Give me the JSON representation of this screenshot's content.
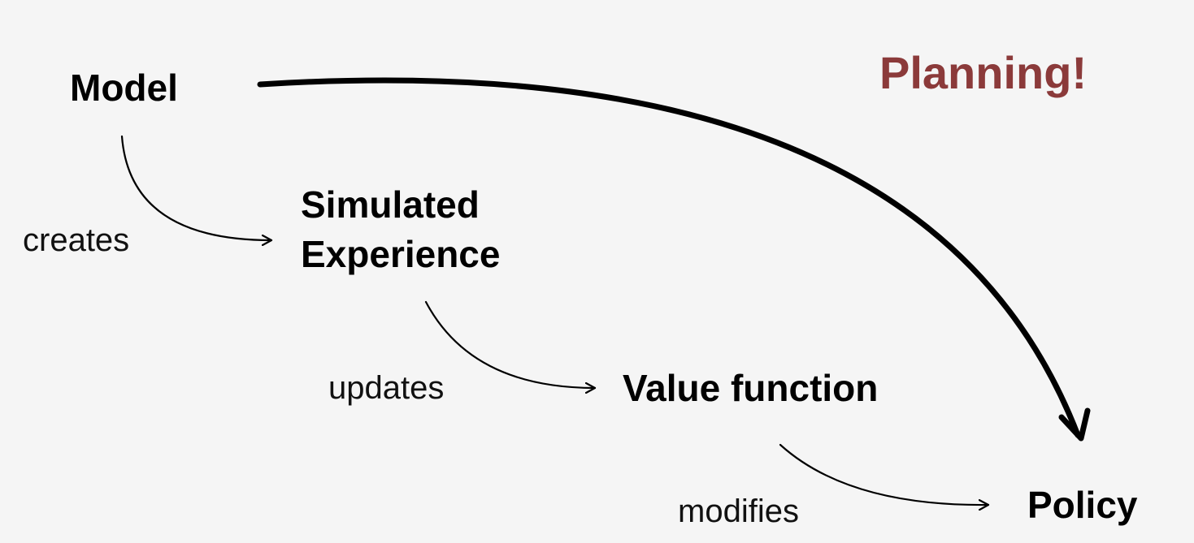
{
  "title": {
    "text": "Planning!",
    "color": "#8b3a3a"
  },
  "nodes": {
    "model": "Model",
    "simulated_line1": "Simulated",
    "simulated_line2": "Experience",
    "value_function": "Value function",
    "policy": "Policy"
  },
  "edges": {
    "creates": "creates",
    "updates": "updates",
    "modifies": "modifies"
  }
}
